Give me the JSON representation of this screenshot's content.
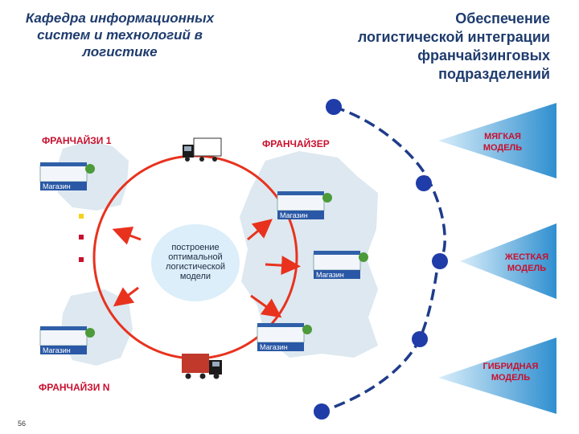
{
  "header": {
    "left": [
      "Кафедра информационных",
      "систем и технологий в",
      "логистике"
    ],
    "right": [
      "Обеспечение",
      "логистической интеграции",
      "франчайзинговых",
      "подразделений"
    ]
  },
  "labels": {
    "franchisee_1": "ФРАНЧАЙЗИ 1",
    "franchisor": "ФРАНЧАЙЗЕР",
    "franchisee_n": "ФРАНЧАЙЗИ N"
  },
  "center": [
    "построение",
    "оптимальной",
    "логистической",
    "модели"
  ],
  "models": {
    "soft": [
      "МЯГКАЯ",
      "МОДЕЛЬ"
    ],
    "hard": [
      "ЖЕСТКАЯ",
      "МОДЕЛЬ"
    ],
    "hybrid": [
      "ГИБРИДНАЯ",
      "МОДЕЛЬ"
    ]
  },
  "store_label": "Магазин",
  "page_number": "56",
  "colors": {
    "title": "#1f3c6e",
    "red": "#c8102e",
    "circle": "#e8321e",
    "map": "#dde8f0",
    "dash": "#1f3c8a",
    "node": "#1f3ca8",
    "triangle": "#4fa7db",
    "center_fill": "#dbeef9",
    "bullet_yellow": "#f3d21a",
    "bullet_red": "#c8102e",
    "arrow": "#e8321e"
  }
}
